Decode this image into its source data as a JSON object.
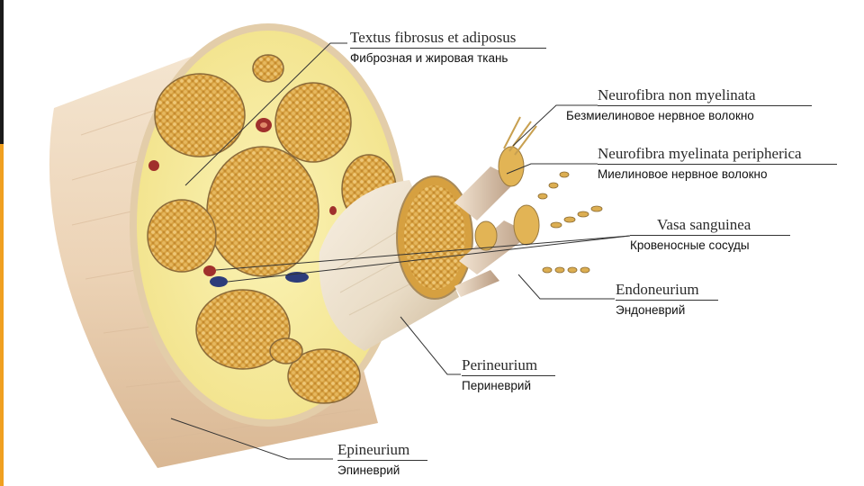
{
  "labels": [
    {
      "id": "textus",
      "latin": "Textus fibrosus et adiposus",
      "russian": "Фиброзная и жировая ткань"
    },
    {
      "id": "non-myelinata",
      "latin": "Neurofibra non myelinata",
      "russian": "Безмиелиновое нервное волокно"
    },
    {
      "id": "myelinata",
      "latin": "Neurofibra myelinata peripherica",
      "russian": "Миелиновое нервное волокно"
    },
    {
      "id": "vasa",
      "latin": "Vasa sanguinea",
      "russian": "Кровеносные сосуды"
    },
    {
      "id": "endoneurium",
      "latin": "Endoneurium",
      "russian": "Эндоневрий"
    },
    {
      "id": "perineurium",
      "latin": "Perineurium",
      "russian": "Периневрий"
    },
    {
      "id": "epineurium",
      "latin": "Epineurium",
      "russian": "Эпиневрий"
    }
  ],
  "colors": {
    "epineurium": "#f0dcc2",
    "adipose": "#f7ec9e",
    "fascicle": "#d9a54a",
    "perineurium": "#efe3cf",
    "artery": "#a0302c",
    "vein": "#2d3c7a",
    "leader": "#333333"
  }
}
